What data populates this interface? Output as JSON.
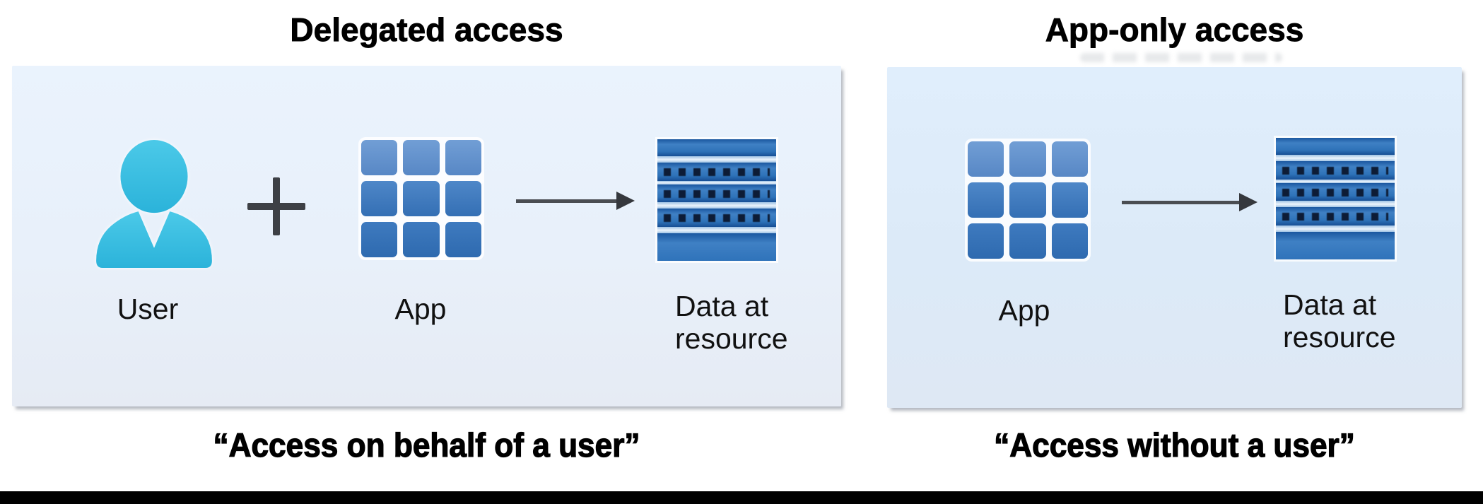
{
  "titles": {
    "left": "Delegated access",
    "right": "App-only access"
  },
  "panels": {
    "left": {
      "labels": {
        "user": "User",
        "app": "App",
        "data": "Data at resource"
      }
    },
    "right": {
      "labels": {
        "app": "App",
        "data": "Data at resource"
      }
    }
  },
  "captions": {
    "left": "“Access on behalf of a user”",
    "right": "“Access without a user”"
  },
  "icons": {
    "user": "person-silhouette",
    "plus": "plus-sign",
    "app": "3x3-grid-of-squares",
    "arrow": "right-arrow",
    "data": "database-stack"
  },
  "colors": {
    "panel_left_bg": "#e8f0fa",
    "panel_right_bg": "#dceaf8",
    "user_cyan": "#38bfe2",
    "app_blue_light": "#6295cf",
    "app_blue_dark": "#2e6aaf",
    "data_blue": "#2e72b8",
    "gray_arrow": "#4a4d52",
    "bottom_bar": "#000000"
  }
}
